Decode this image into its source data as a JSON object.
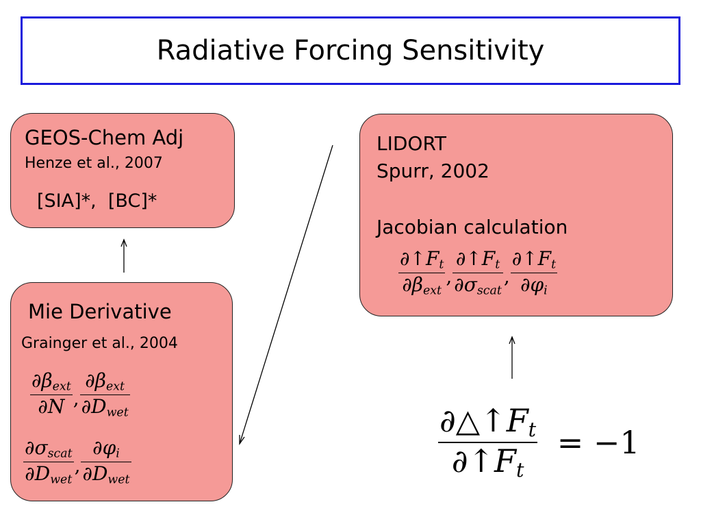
{
  "title": "Radiative Forcing Sensitivity",
  "geos_box": {
    "heading": "GEOS-Chem Adj",
    "citation": "Henze et al., 2007",
    "variables": "[SIA]*,  [BC]*"
  },
  "mie_box": {
    "heading": "Mie Derivative",
    "citation": "Grainger et al., 2004",
    "row1": [
      {
        "num": "∂β",
        "num_sub": "ext",
        "den": "∂N",
        "den_sub": ""
      },
      {
        "num": "∂β",
        "num_sub": "ext",
        "den": "∂D",
        "den_sub": "wet"
      }
    ],
    "row2": [
      {
        "num": "∂σ",
        "num_sub": "scat",
        "den": "∂D",
        "den_sub": "wet"
      },
      {
        "num": "∂φ",
        "num_sub": "i",
        "den": "∂D",
        "den_sub": "wet"
      }
    ]
  },
  "lidort_box": {
    "heading": "LIDORT",
    "citation": "Spurr, 2002",
    "subheading": "Jacobian calculation",
    "fracs": [
      {
        "num": "∂↑F",
        "num_sub": "t",
        "den": "∂β",
        "den_sub": "ext"
      },
      {
        "num": "∂↑F",
        "num_sub": "t",
        "den": "∂σ",
        "den_sub": "scat"
      },
      {
        "num": "∂↑F",
        "num_sub": "t",
        "den": "∂φ",
        "den_sub": "i"
      }
    ]
  },
  "equation": {
    "num": "∂△↑F",
    "num_sub": "t",
    "den": "∂↑F",
    "den_sub": "t",
    "rhs": "= −1"
  },
  "colors": {
    "box_fill": "#f59a97",
    "title_border": "#1a1adc"
  }
}
